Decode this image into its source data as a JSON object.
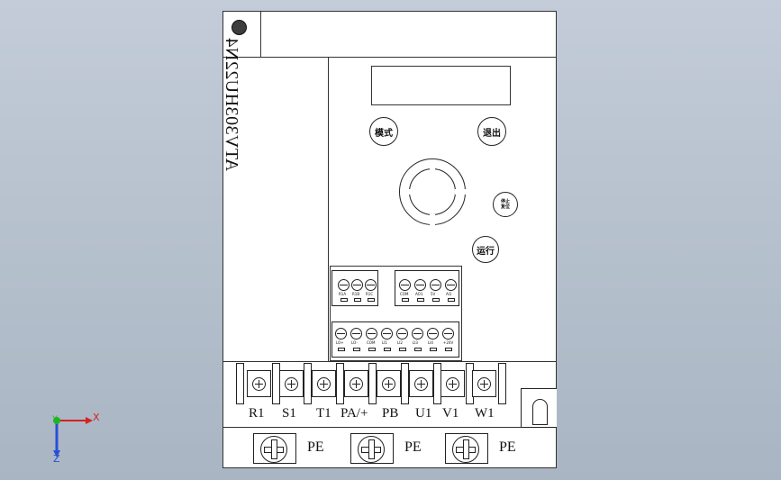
{
  "device": {
    "model": "ATV303HU22N4",
    "keypad": {
      "mode_label": "模式",
      "exit_label": "退出",
      "stop_reset_label_1": "停止",
      "stop_reset_label_2": "复位",
      "run_label": "运行"
    },
    "control_terminals_top": [
      "R1A",
      "R1B",
      "R1C",
      "COM",
      "AO1",
      "5V",
      "AI1"
    ],
    "control_terminals_bottom": [
      "LO+",
      "LO-",
      "COM",
      "LI1",
      "LI2",
      "LI3",
      "LI4",
      "+24V"
    ],
    "power_terminals": [
      "R1",
      "S1",
      "T1",
      "PA/+",
      "PB",
      "U1",
      "V1",
      "W1"
    ],
    "ground_label": "PE"
  },
  "axes": {
    "x": "X",
    "y": "Y",
    "z": "Z"
  },
  "colors": {
    "background": "#b4bfcc",
    "line": "#222222",
    "axis_x": "#d62020",
    "axis_y": "#1fb51f",
    "axis_z": "#2a4fd6"
  }
}
